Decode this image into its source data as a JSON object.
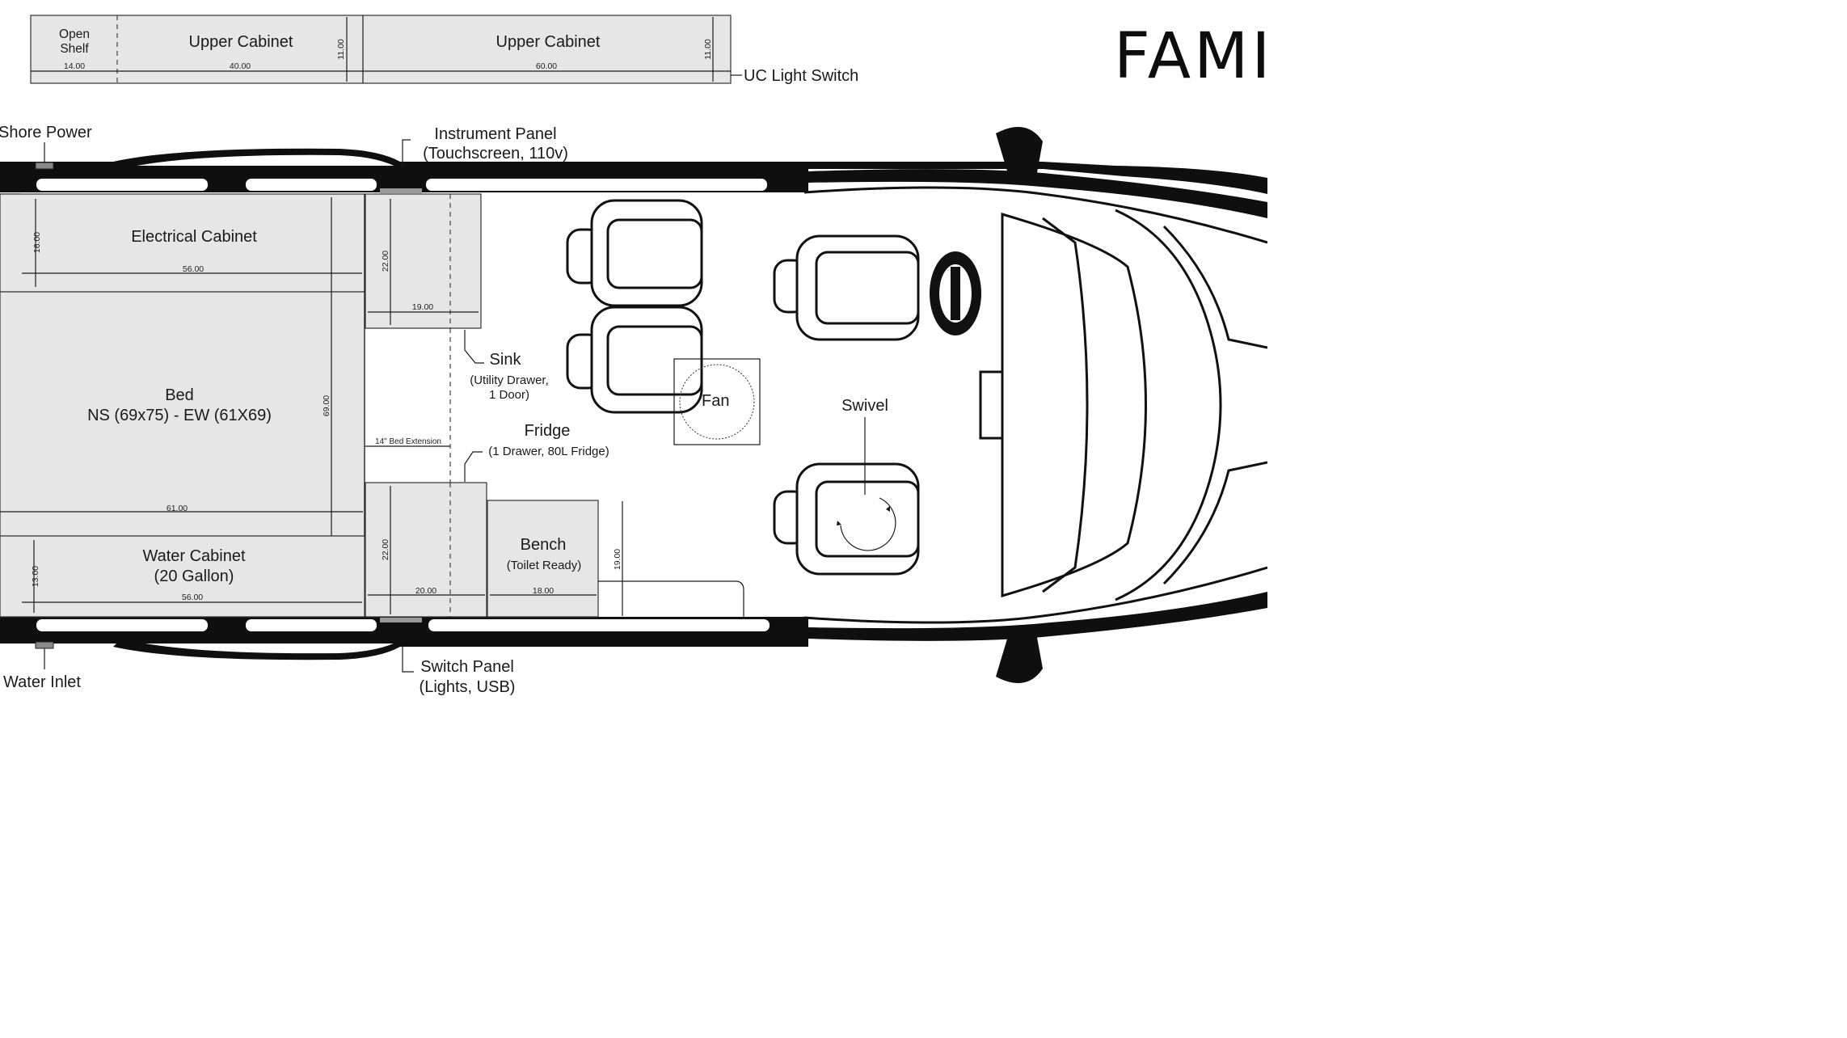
{
  "brand": {
    "logo_text": "FAMI"
  },
  "upper_cabinets": {
    "open_shelf": {
      "line1": "Open",
      "line2": "Shelf",
      "width": "14.00"
    },
    "cabinet_a": {
      "label": "Upper Cabinet",
      "width": "40.00",
      "height": "11.00"
    },
    "cabinet_b": {
      "label": "Upper Cabinet",
      "width": "60.00",
      "height": "11.00"
    },
    "light_switch": "UC Light Switch"
  },
  "callouts": {
    "shore_power": "Shore Power",
    "water_inlet": "Water Inlet",
    "instrument_panel": {
      "line1": "Instrument Panel",
      "line2": "(Touchscreen, 110v)"
    },
    "switch_panel": {
      "line1": "Switch Panel",
      "line2": "(Lights, USB)"
    },
    "sink": {
      "title": "Sink",
      "line1": "(Utility Drawer,",
      "line2": "1 Door)"
    },
    "fridge": {
      "title": "Fridge",
      "detail": "(1 Drawer, 80L Fridge)"
    },
    "fan": "Fan",
    "swivel": "Swivel"
  },
  "areas": {
    "electrical": {
      "label": "Electrical Cabinet",
      "depth": "16.00",
      "width": "56.00"
    },
    "bed": {
      "title": "Bed",
      "detail": "NS (69x75) - EW (61X69)",
      "length": "69.00",
      "width": "61.00"
    },
    "water": {
      "line1": "Water Cabinet",
      "line2": "(20 Gallon)",
      "depth": "13.00",
      "width": "56.00"
    },
    "sink_cabinet": {
      "depth": "22.00",
      "width": "19.00"
    },
    "bed_extension": "14\" Bed Extension",
    "fridge_cabinet": {
      "depth": "22.00",
      "width": "20.00"
    },
    "bench": {
      "title": "Bench",
      "detail": "(Toilet Ready)",
      "width": "18.00",
      "depth": "19.00"
    }
  },
  "colors": {
    "cabinet_fill": "#e6e6e6",
    "body": "#0f0f0f",
    "line": "#1a1a1a"
  }
}
